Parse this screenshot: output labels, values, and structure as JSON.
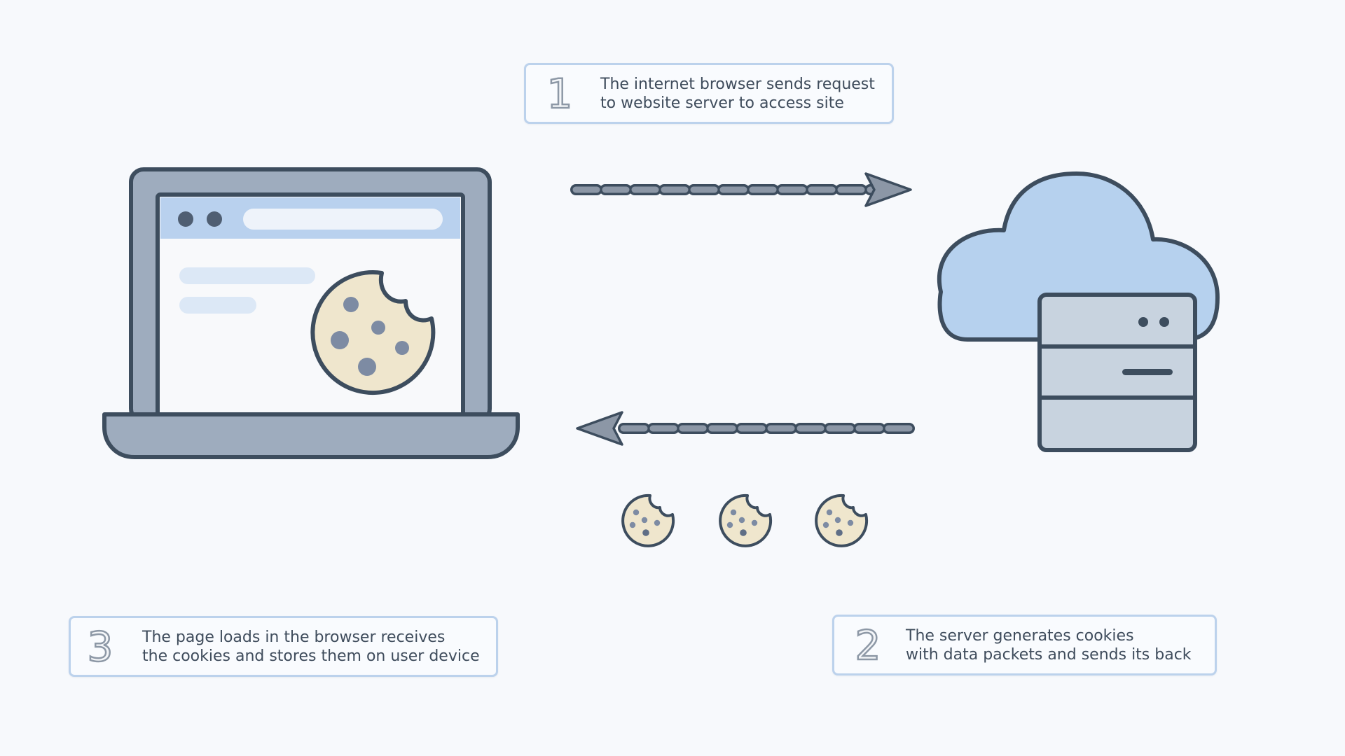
{
  "steps": [
    {
      "number": "1",
      "line1": "The internet browser sends request",
      "line2": "to website server to access site"
    },
    {
      "number": "2",
      "line1": "The server generates cookies",
      "line2": "with data packets and sends its back"
    },
    {
      "number": "3",
      "line1": "The page loads in the browser receives",
      "line2": "the cookies and stores them on user device"
    }
  ],
  "icons": {
    "laptop": "laptop-icon",
    "cloud_server": "cloud-server-icon",
    "cookie": "cookie-icon",
    "arrow_request": "arrow-right-dashed-icon",
    "arrow_response": "arrow-left-dashed-icon"
  },
  "colors": {
    "background": "#f7f9fc",
    "outline": "#3d4d5e",
    "cloud_fill": "#b6d1ee",
    "server_fill": "#c8d3df",
    "cookie_fill": "#efe6cd",
    "cookie_chip": "#7d8ba3",
    "box_border": "#bcd2ec",
    "arrow_fill": "#8c97a6"
  }
}
